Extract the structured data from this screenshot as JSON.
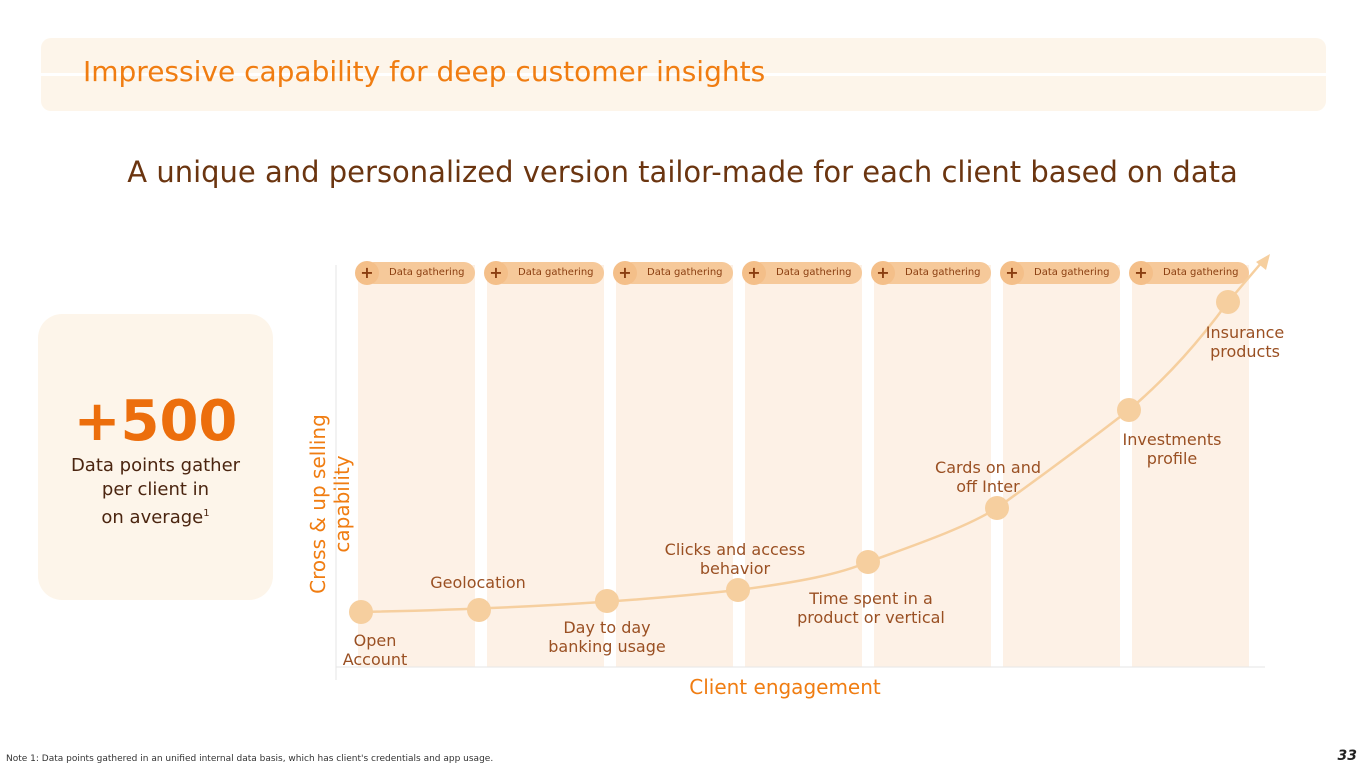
{
  "header": {
    "title": "Impressive capability for deep customer insights"
  },
  "subtitle": "A unique and personalized version tailor-made for each client based on data",
  "stat_card": {
    "value": "+500",
    "line1": "Data points gather",
    "line2": "per client in",
    "line3": "on average",
    "footnote_mark": "1"
  },
  "diagram": {
    "y_axis_label": "Cross & up selling capability",
    "x_axis_label": "Client engagement",
    "pill_label": "Data gathering",
    "pill_icon": "plus-icon",
    "stages": [
      {
        "line1": "Open",
        "line2": "Account"
      },
      {
        "line1": "Geolocation",
        "line2": ""
      },
      {
        "line1": "Day to day",
        "line2": "banking usage"
      },
      {
        "line1": "Clicks and access",
        "line2": "behavior"
      },
      {
        "line1": "Time spent in a",
        "line2": "product or vertical"
      },
      {
        "line1": "Cards on and",
        "line2": "off Inter"
      },
      {
        "line1": "Investments",
        "line2": "profile"
      },
      {
        "line1": "Insurance",
        "line2": "products"
      }
    ],
    "colors": {
      "accent": "#f07d12",
      "curve": "#f6cf9f",
      "column": "#fdf1e6"
    }
  },
  "footer": {
    "note": "Note 1: Data points gathered in an unified internal data basis, which has client's credentials and app usage.",
    "page_number": "33"
  }
}
